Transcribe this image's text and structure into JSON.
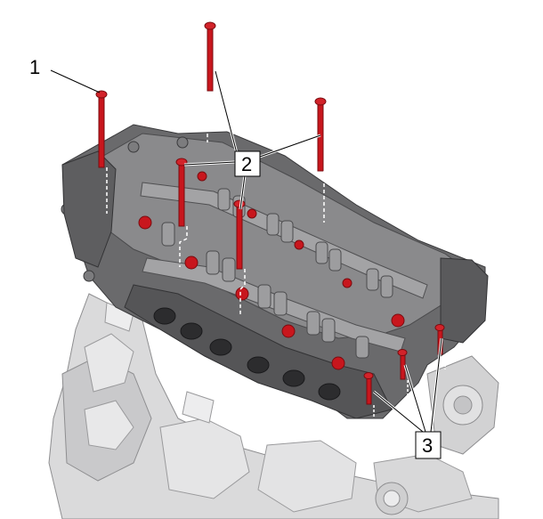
{
  "callouts": [
    {
      "id": "1",
      "label": "1"
    },
    {
      "id": "2",
      "label": "2"
    },
    {
      "id": "3",
      "label": "3"
    }
  ],
  "colors": {
    "bolt": "#c8161d",
    "head_dark": "#5e5e60",
    "head_mid": "#7a7a7c",
    "head_light": "#9c9c9e",
    "block": "#d9d9da",
    "block_shade": "#b4b4b6",
    "valve_spring": "#8a8a8c",
    "background": "#ffffff"
  }
}
